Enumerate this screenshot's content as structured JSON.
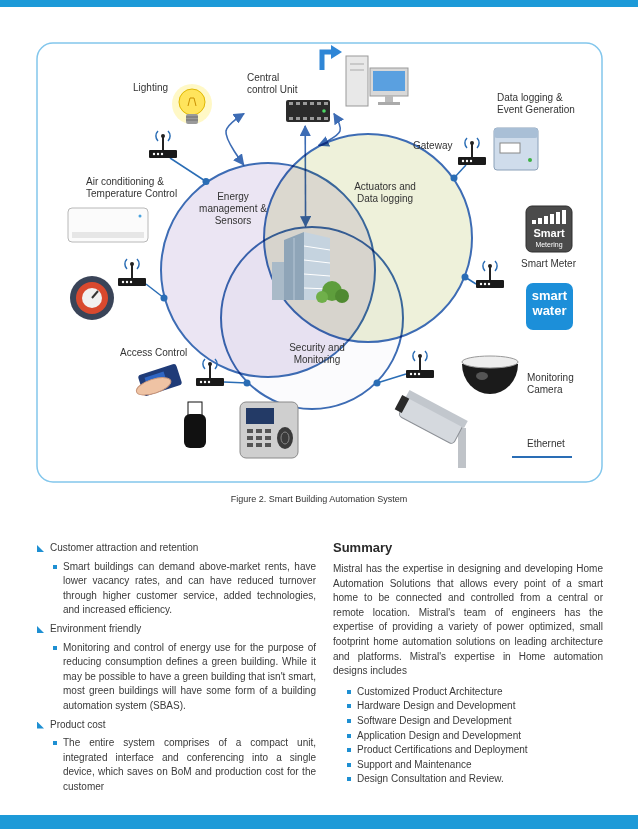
{
  "diagram": {
    "caption": "Figure 2. Smart Building Automation System",
    "nodes": [
      {
        "text": [
          "Central control Unit"
        ]
      },
      {
        "text": [
          "Energy management & Sensors"
        ]
      },
      {
        "text": [
          "Actuators and Data logging"
        ]
      },
      {
        "text": [
          "Security and Monitoring"
        ]
      }
    ],
    "edges": [
      {
        "from": 0,
        "to": 1,
        "arrow": "both"
      },
      {
        "from": 0,
        "to": 2,
        "arrow": "both"
      },
      {
        "from": 0,
        "to": 3,
        "arrow": "both"
      }
    ],
    "labels": [
      "Lighting",
      "Data logging & Event Generation",
      "Gateway",
      "Air conditioning & Temperature Control",
      "Smart",
      "Metering",
      "Smart Meter",
      "smart",
      "water",
      "Access Control",
      "Monitoring Camera",
      "Customer attraction and retention",
      "Smart buildings can demand above-market rents, have lower vacancy rates, and can have reduced turnover through higher customer service, added technologies, and increased efficiency.",
      "Environment friendly",
      "Monitoring and control of energy use for the purpose of reducing consumption defines a green building. While it may be possible to have a green building that isn't smart, most green buildings will have some form of a building automation system (SBAS).",
      "Product cost",
      "The entire system comprises of a compact unit, integrated interface and conferencing into a single device, which saves on BoM and production cost for the customer",
      "Summary",
      "Mistral has the expertise in designing and developing Home Automation Solutions that allows every point of a smart home to be connected and controlled from a central or remote location. Mistral's team of engineers has the expertise of providing a variety of power optimized, small footprint home automation solutions on leading architecture and platforms. Mistral's expertise in Home automation designs includes",
      "Customized Product Architecture",
      "Hardware Design and Development",
      "Software Design and Development",
      "Application Design and Development",
      "Product Certifications and Deployment",
      "Support and Maintenance",
      "Design Consultation and Review."
    ],
    "legend": [
      {
        "text": "Ethernet"
      }
    ]
  }
}
